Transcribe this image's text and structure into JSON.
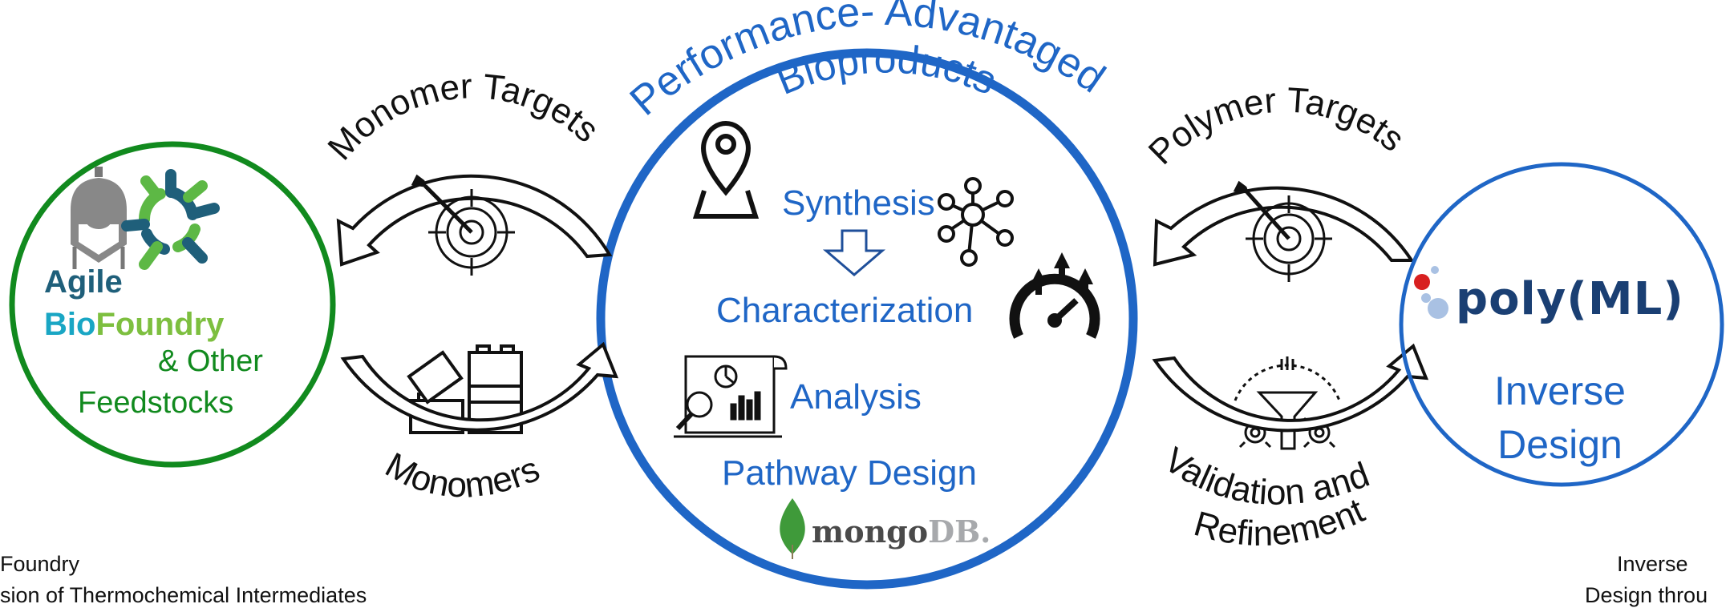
{
  "colors": {
    "blue": "#1f66c6",
    "green": "#118a1e",
    "teal": "#1f5f7a",
    "cyan": "#19a6c4",
    "lime": "#7dbf3f",
    "black": "#111111",
    "red": "#d82020",
    "lightblue": "#a9c1e3"
  },
  "hub": {
    "arc_title": "Performance- Advantaged",
    "arc_subtitle": "Bioproducts",
    "steps": [
      "Synthesis",
      "Characterization",
      "Analysis",
      "Pathway Design"
    ],
    "db_logo": {
      "left": "mongo",
      "right": "DB."
    },
    "icons": [
      "location-pin-icon",
      "down-arrow-icon",
      "molecule-network-icon",
      "speedometer-icon",
      "report-analysis-icon",
      "mongodb-leaf-icon"
    ]
  },
  "left_node": {
    "lines": {
      "agile": "Agile",
      "bio": "Bio",
      "foundry": "Foundry",
      "other": "& Other",
      "feedstocks": "Feedstocks"
    },
    "icons": [
      "bioreactor-icon",
      "gear-ring-icon"
    ]
  },
  "right_node": {
    "logo_text": "poly(ML)",
    "lines": [
      "Inverse",
      "Design"
    ],
    "icons": [
      "dots-logo-icon"
    ]
  },
  "left_loop": {
    "top_label": "Monomer Targets",
    "bottom_label": "Monomers",
    "icons": [
      "target-dart-icon",
      "building-blocks-icon"
    ]
  },
  "right_loop": {
    "top_label": "Polymer Targets",
    "bottom_label_1": "Validation and",
    "bottom_label_2": "Refinement",
    "icons": [
      "target-dart-icon",
      "funnel-gears-icon"
    ]
  },
  "edge_text": {
    "left_1": "Foundry",
    "left_2": "sion of Thermochemical Intermediates",
    "right_1": "Inverse",
    "right_2": "Design throu"
  }
}
